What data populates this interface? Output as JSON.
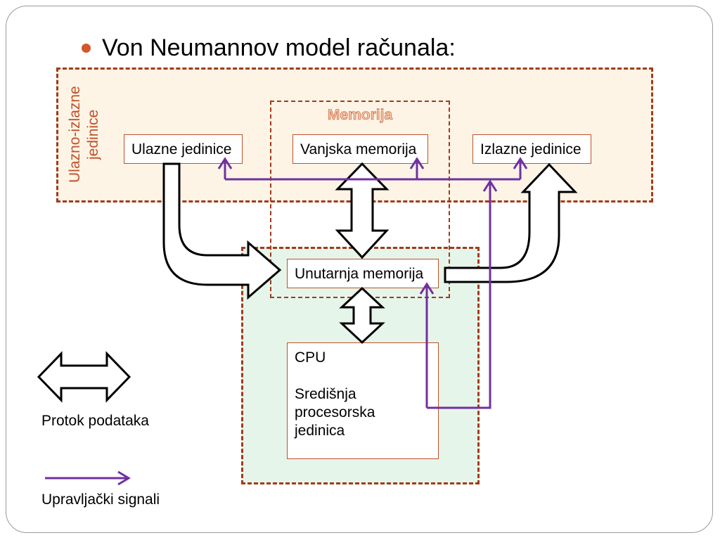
{
  "accent": "#d4562a",
  "title": "Von Neumannov model računala:",
  "regions": {
    "io_label": "Ulazno-izlazne jedinice",
    "memory_label": "Memorija"
  },
  "boxes": {
    "input": "Ulazne jedinice",
    "external_memory": "Vanjska memorija",
    "output": "Izlazne jedinice",
    "internal_memory": "Unutarnja memorija",
    "cpu_title": "CPU",
    "cpu_line1": "Središnja",
    "cpu_line2": "procesorska",
    "cpu_line3": "jedinica"
  },
  "legend": {
    "data_flow": "Protok podataka",
    "control_signals": "Upravljački signali"
  },
  "colors": {
    "control_signal": "#7030a0",
    "border": "#a23a1c"
  }
}
